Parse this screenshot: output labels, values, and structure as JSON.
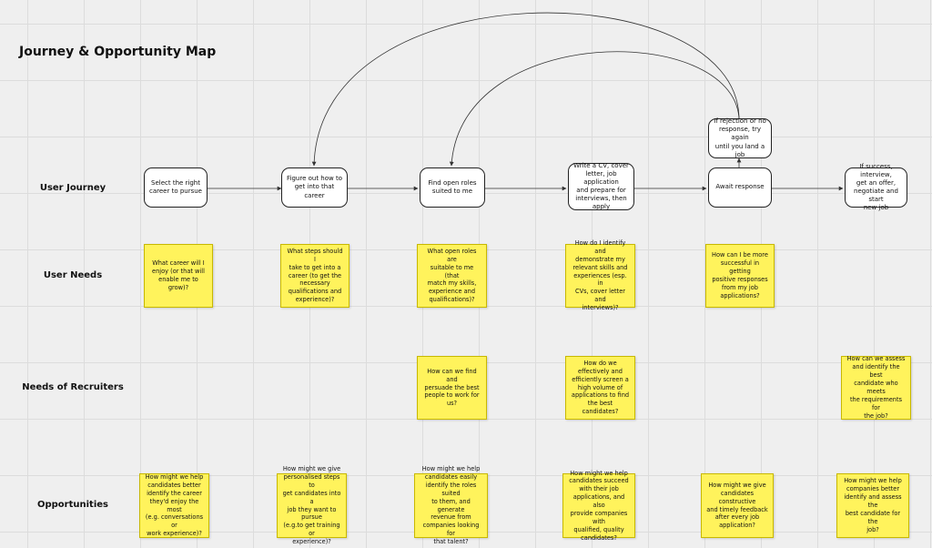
{
  "title": "Journey & Opportunity Map",
  "rows": {
    "user_journey": "User Journey",
    "user_needs": "User Needs",
    "recruiter_needs": "Needs of Recruiters",
    "opportunities": "Opportunities"
  },
  "journey": [
    "Select the right\ncareer to pursue",
    "Figure out how to\nget into that career",
    "Find open roles\nsuited to me",
    "Write a CV, cover\nletter, job application\nand prepare for\ninterviews, then\napply",
    "Await response",
    "If success, interview,\nget an offer,\nnegotiate and start\nnew job"
  ],
  "retry": "If rejection or no\nresponse, try again\nuntil you land a job",
  "user_needs": [
    "What career will I\nenjoy (or that will\nenable me to grow)?",
    "What steps should I\ntake to get into a\ncareer (to get the\nnecessary\nqualifications and\nexperience)?",
    "What open roles are\nsuitable to me (that\nmatch my skills,\nexperience and\nqualifications)?",
    "How do I identify and\ndemonstrate my\nrelevant skills and\nexperiences (esp. in\nCVs, cover letter and\ninterviews)?",
    "How can I be more\nsuccessful in getting\npositive responses\nfrom my job\napplications?"
  ],
  "recruiter_needs": [
    "How can we find and\npersuade the best\npeople to work for\nus?",
    "How do we\neffectively and\nefficiently  screen a\nhigh volume of\napplications to find\nthe best candidates?",
    "How can we assess\nand identify the best\ncandidate who meets\nthe requirements for\nthe job?"
  ],
  "opportunities": [
    "How might we help\ncandidates better\nidentify the career\nthey'd enjoy the most\n(e.g. conversations or\nwork experience)?",
    "How might we give\npersonalised steps to\nget candidates into a\njob they want to pursue\n(e.g.to get training or\nexperience)?",
    "How might we help\ncandidates easily\nidentify the roles suited\nto them, and generate\nrevenue from\ncompanies looking for\nthat talent?",
    "How might we help\ncandidates succeed\nwith their job\napplications, and also\nprovide companies with\nqualified, quality\ncandidates?",
    "How might we give\ncandidates constructive\nand timely feedback\nafter every job\napplication?",
    "How might we help\ncompanies better\nidentify and assess the\nbest candidate for the\njob?"
  ],
  "colors": {
    "sticky": "#fff35c",
    "line": "#333333"
  }
}
